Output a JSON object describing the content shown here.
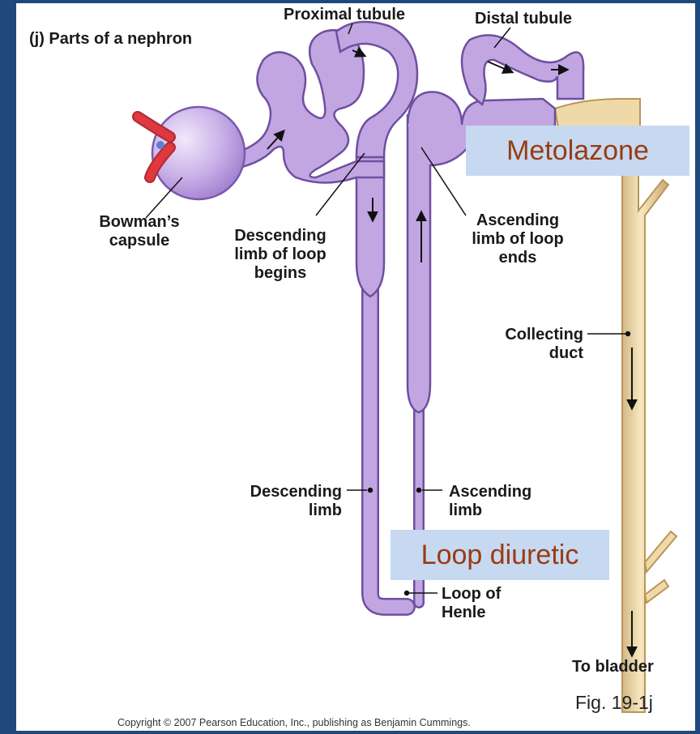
{
  "diagram": {
    "panel_title": "(j) Parts of a nephron",
    "labels": {
      "proximal_tubule": "Proximal tubule",
      "distal_tubule": "Distal tubule",
      "bowmans_capsule_l1": "Bowman’s",
      "bowmans_capsule_l2": "capsule",
      "desc_loop_l1": "Descending",
      "desc_loop_l2": "limb of loop",
      "desc_loop_l3": "begins",
      "asc_loop_l1": "Ascending",
      "asc_loop_l2": "limb of loop",
      "asc_loop_l3": "ends",
      "collecting_l1": "Collecting",
      "collecting_l2": "duct",
      "desc_limb_l1": "Descending",
      "desc_limb_l2": "limb",
      "asc_limb_l1": "Ascending",
      "asc_limb_l2": "limb",
      "loop_henle_l1": "Loop of",
      "loop_henle_l2": "Henle",
      "to_bladder": "To bladder"
    },
    "overlays": {
      "metolazone": "Metolazone",
      "loop_diuretic": "Loop diuretic"
    },
    "figure_number": "Fig. 19-1j",
    "copyright": "Copyright © 2007 Pearson Education, Inc., publishing as Benjamin Cummings."
  },
  "colors": {
    "slide_background": "#1f497d",
    "tubule_fill": "#c2a6e2",
    "tubule_outline": "#6e4fa0",
    "duct_fill": "#f0d9a8",
    "duct_outline": "#b99557",
    "artery": "#e0383f",
    "overlay_fill": "#c6d9f1",
    "overlay_text": "#9a3b12"
  }
}
